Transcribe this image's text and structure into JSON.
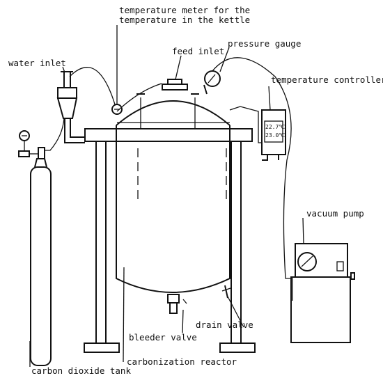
{
  "labels": {
    "temp_meter_line1": "temperature meter for the",
    "temp_meter_line2": "temperature in the kettle",
    "feed_inlet": "feed inlet",
    "pressure_gauge": "pressure gauge",
    "water_inlet": "water inlet",
    "temperature_controller": "temperature controller",
    "vacuum_pump": "vacuum pump",
    "bleeder_valve": "bleeder valve",
    "drain_valve": "drain valve",
    "carbon_dioxide_tank": "carbon dioxide tank",
    "carbonization_reactor": "carbonization reactor"
  },
  "controller_display": {
    "reading_1": "22.7℃",
    "reading_2": "23.0℃"
  },
  "colors": {
    "line": "#111111",
    "background": "#ffffff"
  }
}
